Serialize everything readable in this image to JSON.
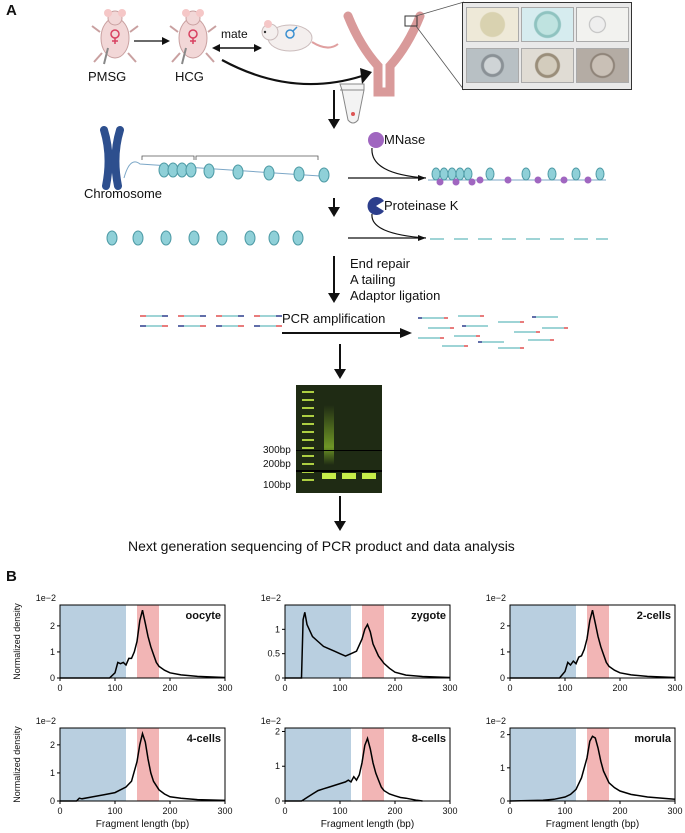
{
  "panel_a": {
    "label": "A",
    "mouse_labels": [
      "PMSG",
      "HCG"
    ],
    "mate_label": "mate",
    "steps": {
      "mnase": "MNase",
      "chromosome": "Chromosome",
      "proteinase": "Proteinase K",
      "end_repair": "End repair",
      "a_tailing": "A tailing",
      "adaptor_ligation": "Adaptor ligation",
      "pcr": "PCR amplification",
      "final": "Next generation sequencing of PCR product and data analysis"
    },
    "gel_markers": [
      "300bp",
      "200bp",
      "100bp"
    ],
    "colors": {
      "nucleosome": "#8fd0d8",
      "mnase": "#a066c0",
      "proteinase": "#2c3e8c",
      "chromosome": "#2d4f8e",
      "uterus": "#d99a9a",
      "mouse_body": "#f2d7d7",
      "gel_bg": "#1f2b14",
      "gel_band": "#c6ec4a"
    }
  },
  "panel_b": {
    "label": "B",
    "y_axis_label": "Normalized density",
    "x_axis_label": "Fragment length (bp)",
    "scale_label": "1e−2",
    "shade_colors": {
      "blue": "#b9cfe0",
      "red": "#f2b5b5"
    }
  },
  "chart_data": [
    {
      "type": "line",
      "title": "oocyte",
      "xlim": [
        0,
        300
      ],
      "ylim": [
        0,
        2.8
      ],
      "yticks": [
        0,
        1,
        2
      ],
      "xticks": [
        0,
        100,
        200,
        300
      ],
      "shaded_regions": [
        {
          "color": "blue",
          "x": [
            0,
            120
          ]
        },
        {
          "color": "red",
          "x": [
            140,
            180
          ]
        }
      ],
      "x": [
        0,
        50,
        90,
        100,
        105,
        110,
        115,
        120,
        125,
        130,
        135,
        140,
        145,
        150,
        155,
        160,
        165,
        170,
        175,
        180,
        190,
        200,
        220,
        250,
        300
      ],
      "y": [
        0,
        0,
        0,
        0.2,
        0.6,
        0.55,
        0.6,
        0.5,
        0.75,
        0.75,
        1.0,
        1.4,
        2.2,
        2.6,
        2.1,
        1.6,
        1.2,
        0.9,
        0.6,
        0.45,
        0.3,
        0.2,
        0.12,
        0.06,
        0.02
      ]
    },
    {
      "type": "line",
      "title": "zygote",
      "xlim": [
        0,
        300
      ],
      "ylim": [
        0,
        1.5
      ],
      "yticks": [
        0,
        0.5,
        1.0
      ],
      "xticks": [
        0,
        100,
        200,
        300
      ],
      "shaded_regions": [
        {
          "color": "blue",
          "x": [
            0,
            120
          ]
        },
        {
          "color": "red",
          "x": [
            140,
            180
          ]
        }
      ],
      "x": [
        0,
        30,
        33,
        36,
        40,
        50,
        60,
        70,
        80,
        90,
        100,
        110,
        120,
        130,
        140,
        145,
        150,
        155,
        160,
        170,
        180,
        190,
        200,
        220,
        250,
        300
      ],
      "y": [
        0,
        0,
        1.2,
        1.35,
        1.1,
        0.85,
        0.75,
        0.65,
        0.6,
        0.55,
        0.5,
        0.45,
        0.5,
        0.55,
        0.8,
        1.0,
        1.1,
        0.95,
        0.7,
        0.45,
        0.3,
        0.2,
        0.12,
        0.06,
        0.03,
        0.01
      ]
    },
    {
      "type": "line",
      "title": "2-cells",
      "xlim": [
        0,
        300
      ],
      "ylim": [
        0,
        2.8
      ],
      "yticks": [
        0,
        1,
        2
      ],
      "xticks": [
        0,
        100,
        200,
        300
      ],
      "shaded_regions": [
        {
          "color": "blue",
          "x": [
            0,
            120
          ]
        },
        {
          "color": "red",
          "x": [
            140,
            180
          ]
        }
      ],
      "x": [
        0,
        50,
        90,
        100,
        105,
        110,
        115,
        120,
        125,
        130,
        135,
        140,
        145,
        150,
        155,
        160,
        165,
        170,
        175,
        180,
        190,
        200,
        220,
        250,
        300
      ],
      "y": [
        0,
        0,
        0,
        0.25,
        0.6,
        0.5,
        0.65,
        0.55,
        0.8,
        0.85,
        1.1,
        1.5,
        2.2,
        2.6,
        2.1,
        1.6,
        1.2,
        0.9,
        0.6,
        0.45,
        0.3,
        0.2,
        0.12,
        0.06,
        0.02
      ]
    },
    {
      "type": "line",
      "title": "4-cells",
      "xlim": [
        0,
        300
      ],
      "ylim": [
        0,
        2.6
      ],
      "yticks": [
        0,
        1,
        2
      ],
      "xticks": [
        0,
        100,
        200,
        300
      ],
      "shaded_regions": [
        {
          "color": "blue",
          "x": [
            0,
            120
          ]
        },
        {
          "color": "red",
          "x": [
            140,
            180
          ]
        }
      ],
      "x": [
        0,
        30,
        35,
        40,
        60,
        80,
        100,
        110,
        120,
        130,
        140,
        145,
        150,
        155,
        160,
        165,
        170,
        180,
        190,
        200,
        220,
        250,
        300
      ],
      "y": [
        0,
        0,
        0.1,
        0.08,
        0.15,
        0.22,
        0.3,
        0.4,
        0.5,
        0.7,
        1.4,
        2.0,
        2.4,
        2.1,
        1.5,
        1.0,
        0.7,
        0.4,
        0.25,
        0.15,
        0.1,
        0.05,
        0.02
      ]
    },
    {
      "type": "line",
      "title": "8-cells",
      "xlim": [
        0,
        300
      ],
      "ylim": [
        0,
        2.1
      ],
      "yticks": [
        0,
        1,
        2
      ],
      "xticks": [
        0,
        100,
        200,
        300
      ],
      "shaded_regions": [
        {
          "color": "blue",
          "x": [
            0,
            120
          ]
        },
        {
          "color": "red",
          "x": [
            140,
            180
          ]
        }
      ],
      "x": [
        0,
        30,
        35,
        40,
        50,
        60,
        70,
        80,
        90,
        100,
        110,
        115,
        120,
        125,
        130,
        135,
        140,
        145,
        150,
        155,
        160,
        165,
        170,
        175,
        180,
        190,
        200,
        210,
        220,
        240,
        250
      ],
      "y": [
        0,
        0,
        0.05,
        0.1,
        0.2,
        0.3,
        0.35,
        0.4,
        0.45,
        0.5,
        0.55,
        0.6,
        0.55,
        0.7,
        0.6,
        0.75,
        1.1,
        1.6,
        1.8,
        1.5,
        1.1,
        0.8,
        0.6,
        0.4,
        0.3,
        0.2,
        0.15,
        0.1,
        0.08,
        0.02,
        0
      ]
    },
    {
      "type": "line",
      "title": "morula",
      "xlim": [
        0,
        300
      ],
      "ylim": [
        0,
        2.2
      ],
      "yticks": [
        0,
        1,
        2
      ],
      "xticks": [
        0,
        100,
        200,
        300
      ],
      "shaded_regions": [
        {
          "color": "blue",
          "x": [
            0,
            120
          ]
        },
        {
          "color": "red",
          "x": [
            140,
            180
          ]
        }
      ],
      "x": [
        0,
        60,
        80,
        100,
        110,
        120,
        130,
        140,
        145,
        150,
        155,
        160,
        165,
        170,
        180,
        190,
        200,
        220,
        250,
        300
      ],
      "y": [
        0,
        0.02,
        0.05,
        0.12,
        0.2,
        0.35,
        0.7,
        1.3,
        1.8,
        1.95,
        1.9,
        1.6,
        1.2,
        0.9,
        0.55,
        0.4,
        0.3,
        0.2,
        0.12,
        0.05
      ]
    }
  ]
}
